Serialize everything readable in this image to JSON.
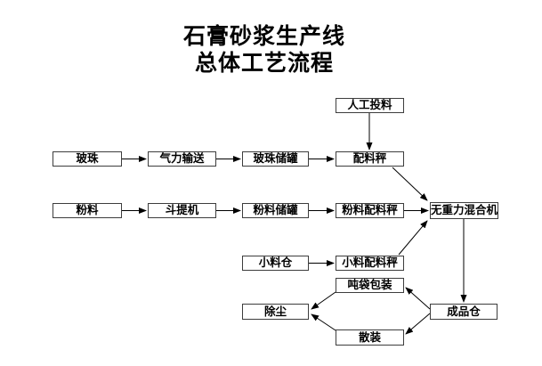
{
  "title": {
    "line1": "石膏砂浆生产线",
    "line2": "总体工艺流程"
  },
  "colors": {
    "background": "#ffffff",
    "box_border": "#3d3d3d",
    "text": "#000000",
    "line": "#000000"
  },
  "nodes": [
    {
      "id": "manual-feeding",
      "label": "人工投料"
    },
    {
      "id": "glass-beads",
      "label": "玻珠"
    },
    {
      "id": "pneumatic-conveying",
      "label": "气力输送"
    },
    {
      "id": "glass-bead-storage-tank",
      "label": "玻珠储罐"
    },
    {
      "id": "batching-scale",
      "label": "配料秤"
    },
    {
      "id": "powder",
      "label": "粉料"
    },
    {
      "id": "bucket-elevator",
      "label": "斗提机"
    },
    {
      "id": "powder-storage-tank",
      "label": "粉料储罐"
    },
    {
      "id": "powder-batching-scale",
      "label": "粉料配料秤"
    },
    {
      "id": "gravity-free-mixer",
      "label": "无重力混合机"
    },
    {
      "id": "additive-bin",
      "label": "小料仓"
    },
    {
      "id": "additive-batching-scale",
      "label": "小料配料秤"
    },
    {
      "id": "ton-bag-packing",
      "label": "吨袋包装"
    },
    {
      "id": "dust-removal",
      "label": "除尘"
    },
    {
      "id": "finished-product-bin",
      "label": "成品仓"
    },
    {
      "id": "bulk-loading",
      "label": "散装"
    }
  ],
  "edges": [
    {
      "from": "glass-beads",
      "to": "pneumatic-conveying"
    },
    {
      "from": "pneumatic-conveying",
      "to": "glass-bead-storage-tank"
    },
    {
      "from": "glass-bead-storage-tank",
      "to": "batching-scale"
    },
    {
      "from": "manual-feeding",
      "to": "batching-scale"
    },
    {
      "from": "batching-scale",
      "to": "gravity-free-mixer"
    },
    {
      "from": "powder",
      "to": "bucket-elevator"
    },
    {
      "from": "bucket-elevator",
      "to": "powder-storage-tank"
    },
    {
      "from": "powder-storage-tank",
      "to": "powder-batching-scale"
    },
    {
      "from": "powder-batching-scale",
      "to": "gravity-free-mixer"
    },
    {
      "from": "additive-bin",
      "to": "additive-batching-scale"
    },
    {
      "from": "additive-batching-scale",
      "to": "gravity-free-mixer"
    },
    {
      "from": "gravity-free-mixer",
      "to": "finished-product-bin"
    },
    {
      "from": "finished-product-bin",
      "to": "ton-bag-packing"
    },
    {
      "from": "finished-product-bin",
      "to": "bulk-loading"
    },
    {
      "from": "ton-bag-packing",
      "to": "dust-removal"
    },
    {
      "from": "bulk-loading",
      "to": "dust-removal"
    }
  ]
}
